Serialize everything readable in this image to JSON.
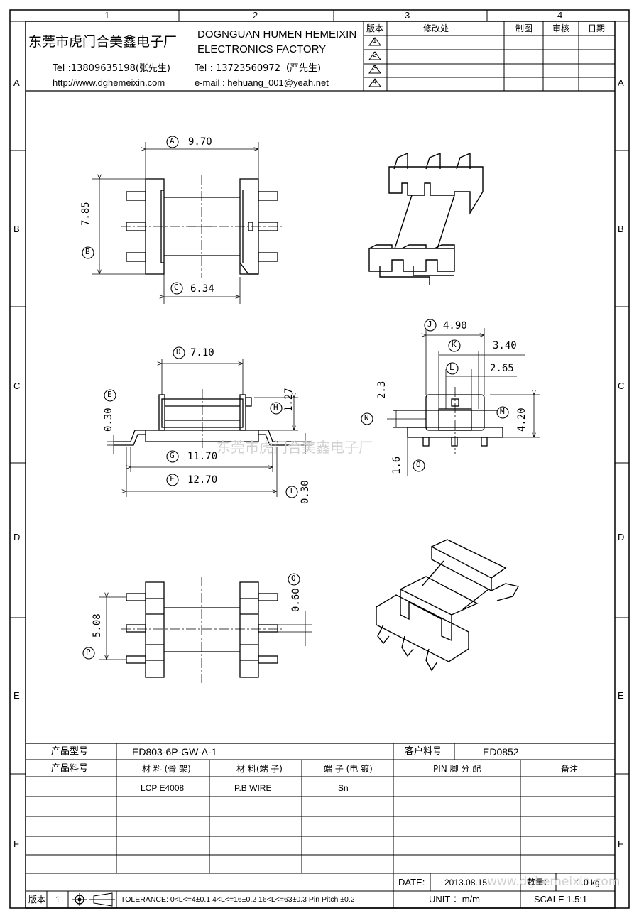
{
  "zones": {
    "columns": [
      "1",
      "2",
      "3",
      "4"
    ],
    "rows": [
      "A",
      "B",
      "C",
      "D",
      "E",
      "F"
    ]
  },
  "header": {
    "company_cn": "东莞市虎门合美鑫电子厂",
    "company_en_line1": "DOGNGUAN HUMEN HEMEIXIN",
    "company_en_line2": "ELECTRONICS FACTORY",
    "tel1": "Tel :13809635198(张先生)",
    "tel2": "Tel : 13723560972（严先生)",
    "website": "http://www.dghemeixin.com",
    "email": "e-mail : hehuang_001@yeah.net"
  },
  "revision_table": {
    "headers": [
      "版本",
      "修改处",
      "制图",
      "审核",
      "日期"
    ],
    "revisions": [
      "1",
      "2",
      "3",
      "4"
    ]
  },
  "dimensions": {
    "A": {
      "label": "A",
      "value": "9.70"
    },
    "B": {
      "label": "B",
      "value": "7.85"
    },
    "C": {
      "label": "C",
      "value": "6.34"
    },
    "D": {
      "label": "D",
      "value": "7.10"
    },
    "E": {
      "label": "E",
      "value": "0.30"
    },
    "H": {
      "label": "H",
      "value": "1.27"
    },
    "G": {
      "label": "G",
      "value": "11.70"
    },
    "F": {
      "label": "F",
      "value": "12.70"
    },
    "I": {
      "label": "I",
      "value": "0.30"
    },
    "J": {
      "label": "J",
      "value": "4.90"
    },
    "K": {
      "label": "K",
      "value": "3.40"
    },
    "L": {
      "label": "L",
      "value": "2.65"
    },
    "N": {
      "label": "N",
      "value": "2.3"
    },
    "M": {
      "label": "M",
      "value": "4.20"
    },
    "O": {
      "label": "O",
      "value": "1.6"
    },
    "Q": {
      "label": "Q",
      "value": "0.60"
    },
    "P": {
      "label": "P",
      "value": "5.08"
    }
  },
  "watermark": "东莞市虎门合美鑫电子厂",
  "watermark2": "www.dghemeixin.com",
  "title_block": {
    "product_model_label": "产品型号",
    "product_model": "ED803-6P-GW-A-1",
    "customer_pn_label": "客户料号",
    "customer_pn": "ED0852",
    "product_pn_label": "产品料号",
    "material_bobbin_label": "材 料 (骨 架)",
    "material_pin_label": "材 料(端 子)",
    "terminal_plating_label": "端 子 (电 镀)",
    "pin_assign_label": "PIN 脚 分 配",
    "remark_label": "备注",
    "material_bobbin": "LCP E4008",
    "material_pin": "P.B WIRE",
    "terminal_plating": "Sn",
    "date_label": "DATE:",
    "date": "2013.08.15",
    "weight_label": "数量:",
    "weight": "1.0 kg",
    "revision_label": "版本",
    "revision": "1",
    "tolerance": "TOLERANCE:  0<L<=4±0.1  4<L<=16±0.2  16<L<=63±0.3  Pin Pitch  ±0.2",
    "unit": "UNIT ：m/m",
    "scale": "SCALE  1.5:1"
  }
}
